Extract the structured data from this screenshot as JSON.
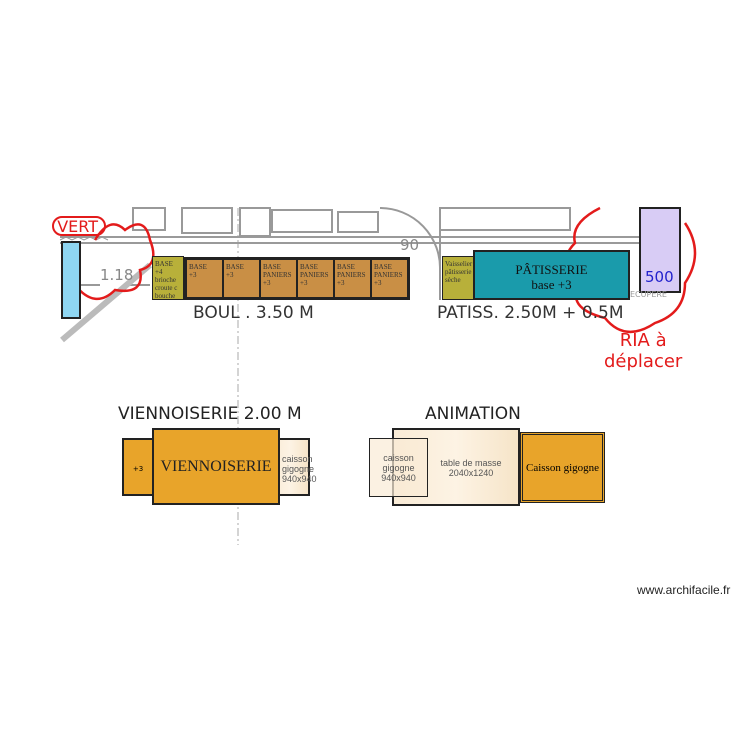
{
  "colors": {
    "orange": "#e8a42a",
    "teal": "#1a9bab",
    "olive": "#b8b03a",
    "wood": "#c98f45",
    "cream": "#f9ebd6",
    "red": "#e31b1b",
    "purple": "#d8ccf5"
  },
  "top": {
    "vert_tag": "VERT",
    "dim_118": "1.18",
    "dim_90": "90",
    "value_500": "500",
    "recupere": "ECUPERE"
  },
  "boul": {
    "label": "BOUL . 3.50 M",
    "olive_lines": [
      "BASE +4",
      "brioche",
      "croute c",
      "bouche"
    ],
    "units": [
      {
        "l1": "BASE",
        "l2": "+3"
      },
      {
        "l1": "BASE",
        "l2": "+3"
      },
      {
        "l1": "BASE",
        "l2": "PANIERS",
        "l3": "+3"
      },
      {
        "l1": "BASE",
        "l2": "PANIERS",
        "l3": "+3"
      },
      {
        "l1": "BASE",
        "l2": "PANIERS",
        "l3": "+3"
      },
      {
        "l1": "BASE",
        "l2": "PANIERS",
        "l3": "+3"
      }
    ]
  },
  "patiss": {
    "label": "PATISS. 2.50M + 0.5M",
    "olive_lines": [
      "Vaisselier",
      "pâtisserie",
      "sèche"
    ],
    "title": "PÂTISSERIE",
    "sub": "base +3"
  },
  "ria": {
    "line1": "RIA à",
    "line2": "déplacer"
  },
  "viennoiserie": {
    "label": "VIENNOISERIE 2.00 M",
    "small": "+3",
    "main": "VIENNOISERIE",
    "side": "caisson gigogne 940x940"
  },
  "animation": {
    "label": "ANIMATION",
    "table": "table de masse 2040x1240",
    "caisson": "caisson gigogne 940x940",
    "caisson_right": "Caisson gigogne"
  },
  "footer": {
    "watermark": "www.archifacile.fr"
  }
}
